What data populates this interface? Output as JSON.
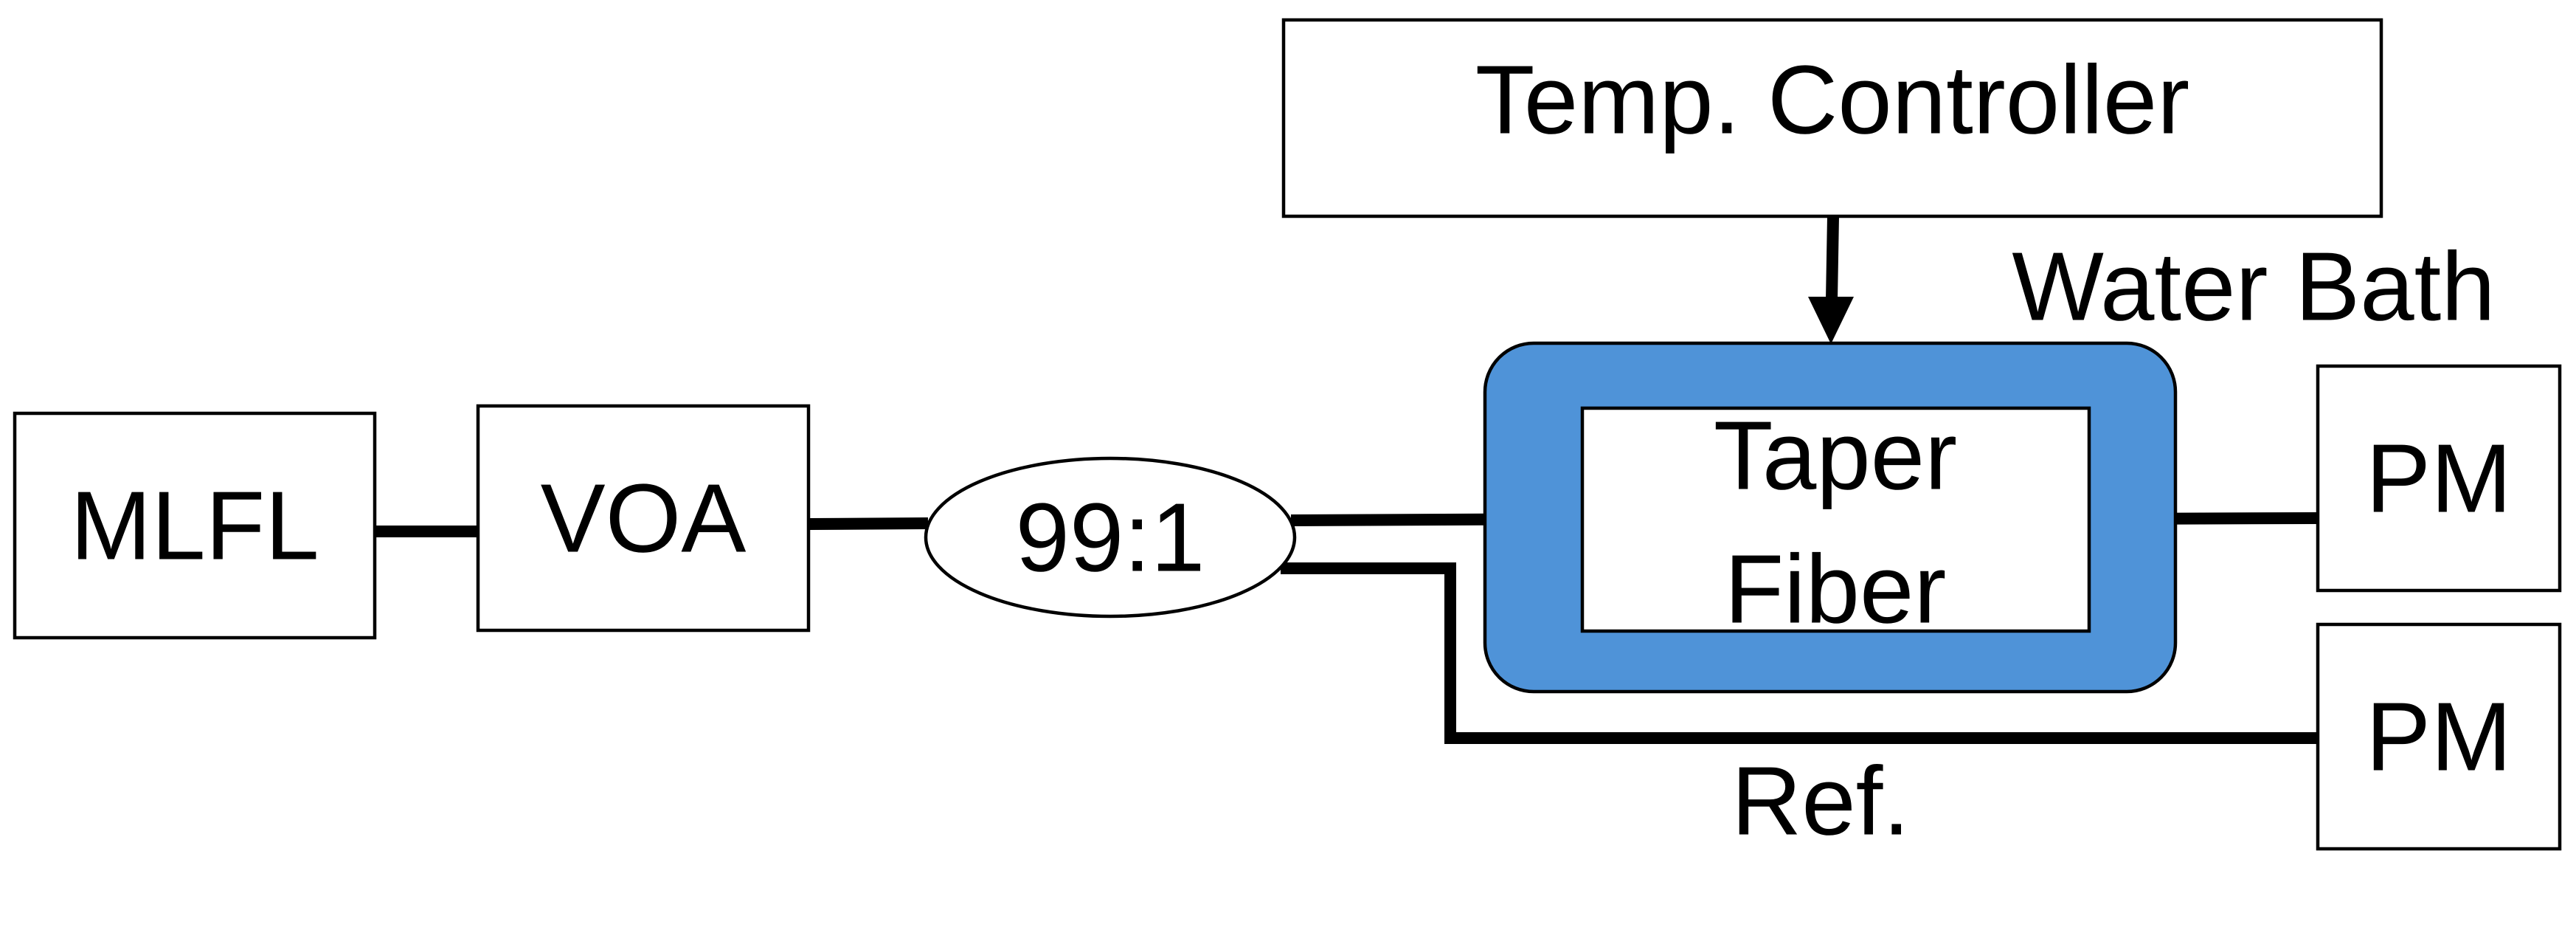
{
  "nodes": {
    "mlfl": "MLFL",
    "voa": "VOA",
    "splitter": "99:1",
    "temp_controller": "Temp. Controller",
    "water_bath": "Water Bath",
    "taper_fiber_line1": "Taper",
    "taper_fiber_line2": "Fiber",
    "pm_top": "PM",
    "pm_bottom": "PM"
  },
  "labels": {
    "reference": "Ref."
  },
  "colors": {
    "water_bath_fill": "#4f93d8",
    "line": "#000000",
    "box_fill": "#ffffff"
  }
}
